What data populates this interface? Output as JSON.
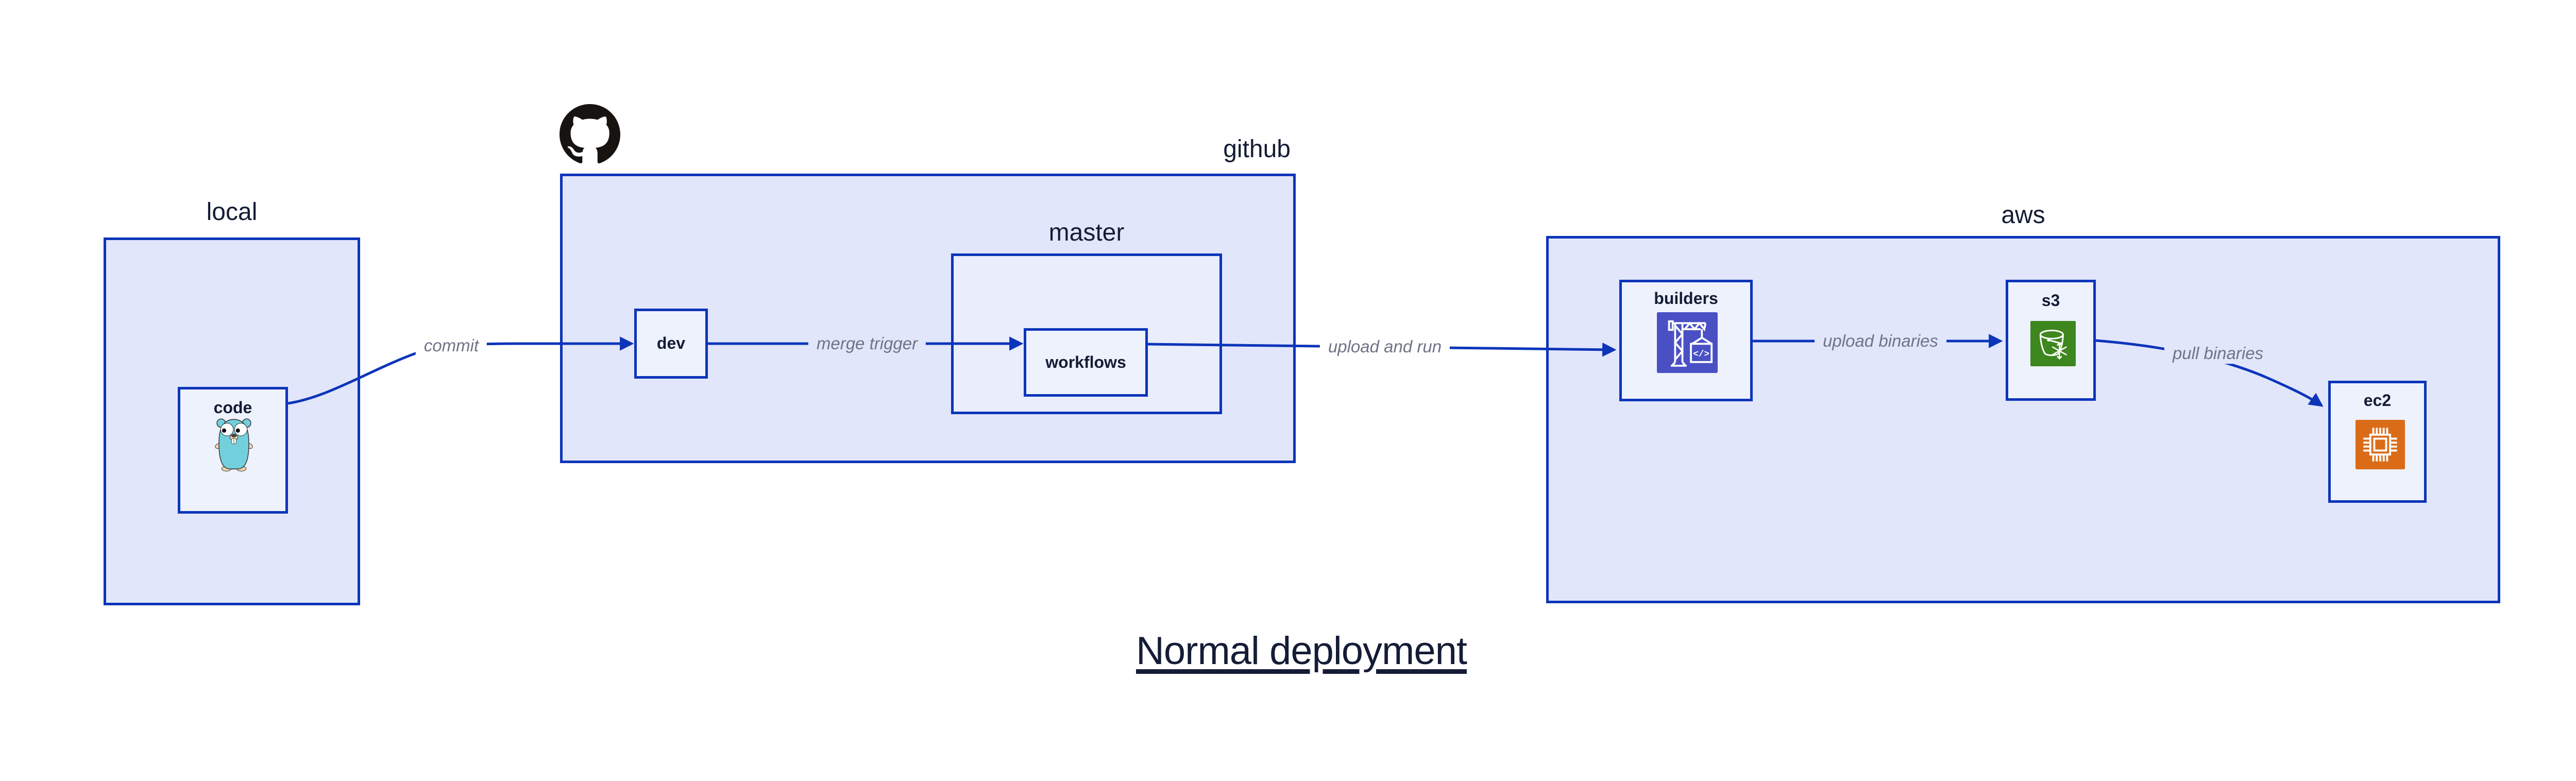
{
  "title": "Normal deployment",
  "containers": {
    "local": {
      "label": "local"
    },
    "github": {
      "label": "github"
    },
    "master": {
      "label": "master"
    },
    "aws": {
      "label": "aws"
    }
  },
  "nodes": {
    "code": {
      "label": "code"
    },
    "dev": {
      "label": "dev"
    },
    "workflows": {
      "label": "workflows"
    },
    "builders": {
      "label": "builders"
    },
    "s3": {
      "label": "s3"
    },
    "ec2": {
      "label": "ec2"
    }
  },
  "edges": {
    "commit": {
      "label": "commit"
    },
    "merge_trigger": {
      "label": "merge trigger"
    },
    "upload_and_run": {
      "label": "upload and run"
    },
    "upload_binaries": {
      "label": "upload binaries"
    },
    "pull_binaries": {
      "label": "pull binaries"
    }
  },
  "icons": {
    "github": "github-octocat-icon",
    "code": "go-gopher-icon",
    "builders": "codebuild-crane-icon",
    "s3": "s3-glacier-bucket-icon",
    "ec2": "ec2-chip-icon",
    "builders_code_glyph": "</>"
  },
  "colors": {
    "edge-blue": "#0d35ba",
    "panel-fill": "#e1e6fa",
    "master-fill": "#e9edfc",
    "node-fill": "#eef2fd",
    "ink": "#141c36",
    "muted-label": "#6f7486",
    "codebuild-indigo": "#4a50c4",
    "glacier-green": "#3e861e",
    "ec2-orange": "#da6c18",
    "github-black": "#171311",
    "gopher-teal": "#72d0dc",
    "gopher-tan": "#f0d6ae"
  }
}
